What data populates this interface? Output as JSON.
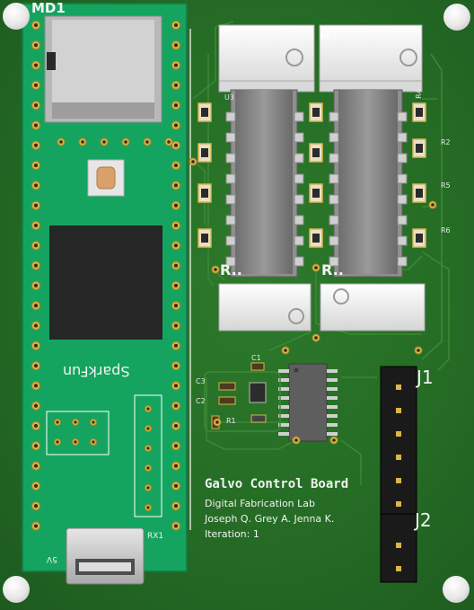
{
  "board": {
    "title": "Galvo Control Board",
    "lab": "Digital Fabrication Lab",
    "authors": "Joseph Q. Grey A. Jenna K.",
    "iteration": "Iteration: 1"
  },
  "module": {
    "designator": "MD1",
    "brand": "SparkFun",
    "pin_5v": "5V",
    "pin_rx": "RX1"
  },
  "connectors": {
    "j1": "J1",
    "j2": "J2"
  },
  "parts": {
    "u3": "U3",
    "c1": "C1",
    "c2": "C2",
    "c3": "C3",
    "r1": "R1",
    "r2": "R2",
    "r4": "R4",
    "r5": "R5",
    "r6": "R6",
    "r_small": "R",
    "header_left": "R..",
    "header_right": "R.."
  },
  "colors": {
    "pcb": "#2a7429",
    "module": "#15a45f",
    "pads": "#d9b54a",
    "connector": "#1a1a1a"
  }
}
